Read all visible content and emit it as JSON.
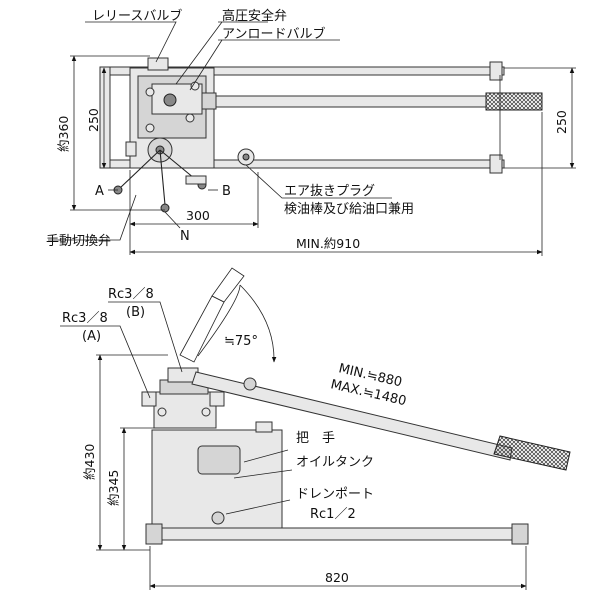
{
  "top_view": {
    "labels": {
      "release_valve": "レリースバルブ",
      "relief_valve": "高圧安全弁",
      "unload_valve": "アンロードバルブ",
      "air_plug_1": "エア抜きプラグ",
      "air_plug_2": "検油棒及び給油口兼用",
      "manual_switch": "手動切換弁",
      "port_a": "A",
      "port_b": "B",
      "port_n": "N"
    },
    "dims": {
      "height_total": "約360",
      "height_inner": "250",
      "height_right": "250",
      "width_300": "300",
      "width_total": "MIN.約910"
    }
  },
  "side_view": {
    "labels": {
      "port_b_thread": "Rc3／8",
      "port_b_paren": "(B)",
      "port_a_thread": "Rc3／8",
      "port_a_paren": "(A)",
      "angle": "≒75°",
      "handle_min": "MIN.≒880",
      "handle_max": "MAX.≒1480",
      "grip": "把　手",
      "oil_tank": "オイルタンク",
      "drain_port_1": "ドレンポート",
      "drain_port_2": "Rc1／2"
    },
    "dims": {
      "height_total": "約430",
      "height_tank": "約345",
      "width_base": "820"
    }
  }
}
